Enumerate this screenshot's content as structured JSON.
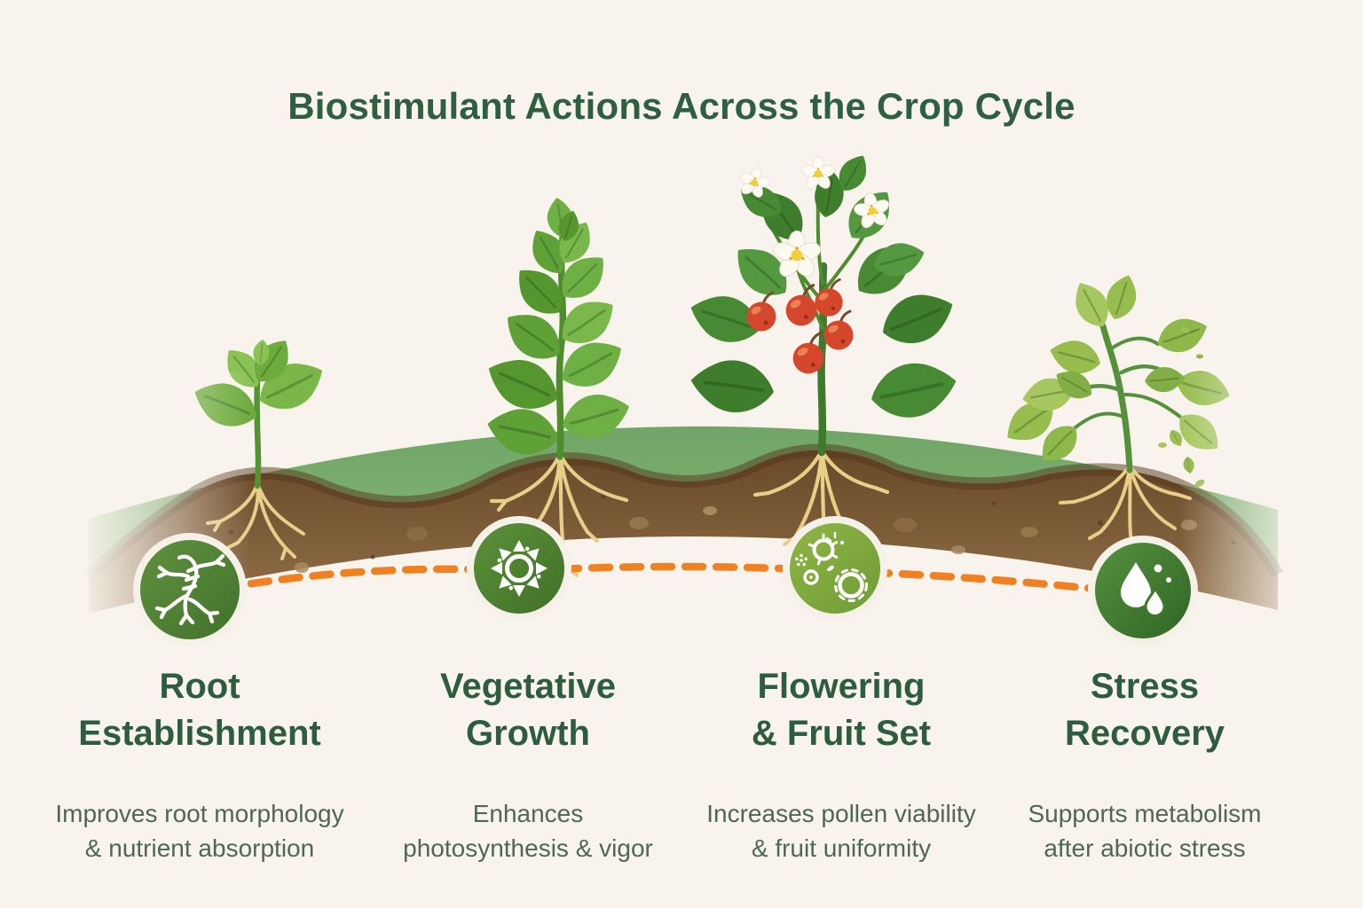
{
  "title": {
    "emphasis": "Biostimulant Actions",
    "rest": " Across the Crop Cycle"
  },
  "stages": [
    {
      "key": "root-establishment",
      "icon": "root-system-icon",
      "heading_line1": "Root",
      "heading_line2": "Establishment",
      "desc_line1": "Improves root morphology",
      "desc_line2": "& nutrient absorption"
    },
    {
      "key": "vegetative-growth",
      "icon": "sun-icon",
      "heading_line1": "Vegetative",
      "heading_line2": "Growth",
      "desc_line1": "Enhances",
      "desc_line2": "photosynthesis & vigor"
    },
    {
      "key": "flowering-fruit-set",
      "icon": "pollen-cells-icon",
      "heading_line1": "Flowering",
      "heading_line2": "& Fruit Set",
      "desc_line1": "Increases pollen viability",
      "desc_line2": "& fruit uniformity"
    },
    {
      "key": "stress-recovery",
      "icon": "water-droplets-icon",
      "heading_line1": "Stress",
      "heading_line2": "Recovery",
      "desc_line1": "Supports metabolism",
      "desc_line2": "after abiotic stress"
    }
  ],
  "colors": {
    "background": "#F8F3EC",
    "title_green": "#2E5F41",
    "heading_green": "#2D5C3E",
    "description_green": "#4E6757",
    "accent_orange": "#F08122",
    "grass_green": "#7BAD70",
    "soil_brown": "#6B4B2D",
    "badge_green_dark": "#41702A",
    "badge_green_light": "#7FA83E",
    "fruit_red": "#D5472C",
    "flower_white": "#FDFAF2"
  }
}
